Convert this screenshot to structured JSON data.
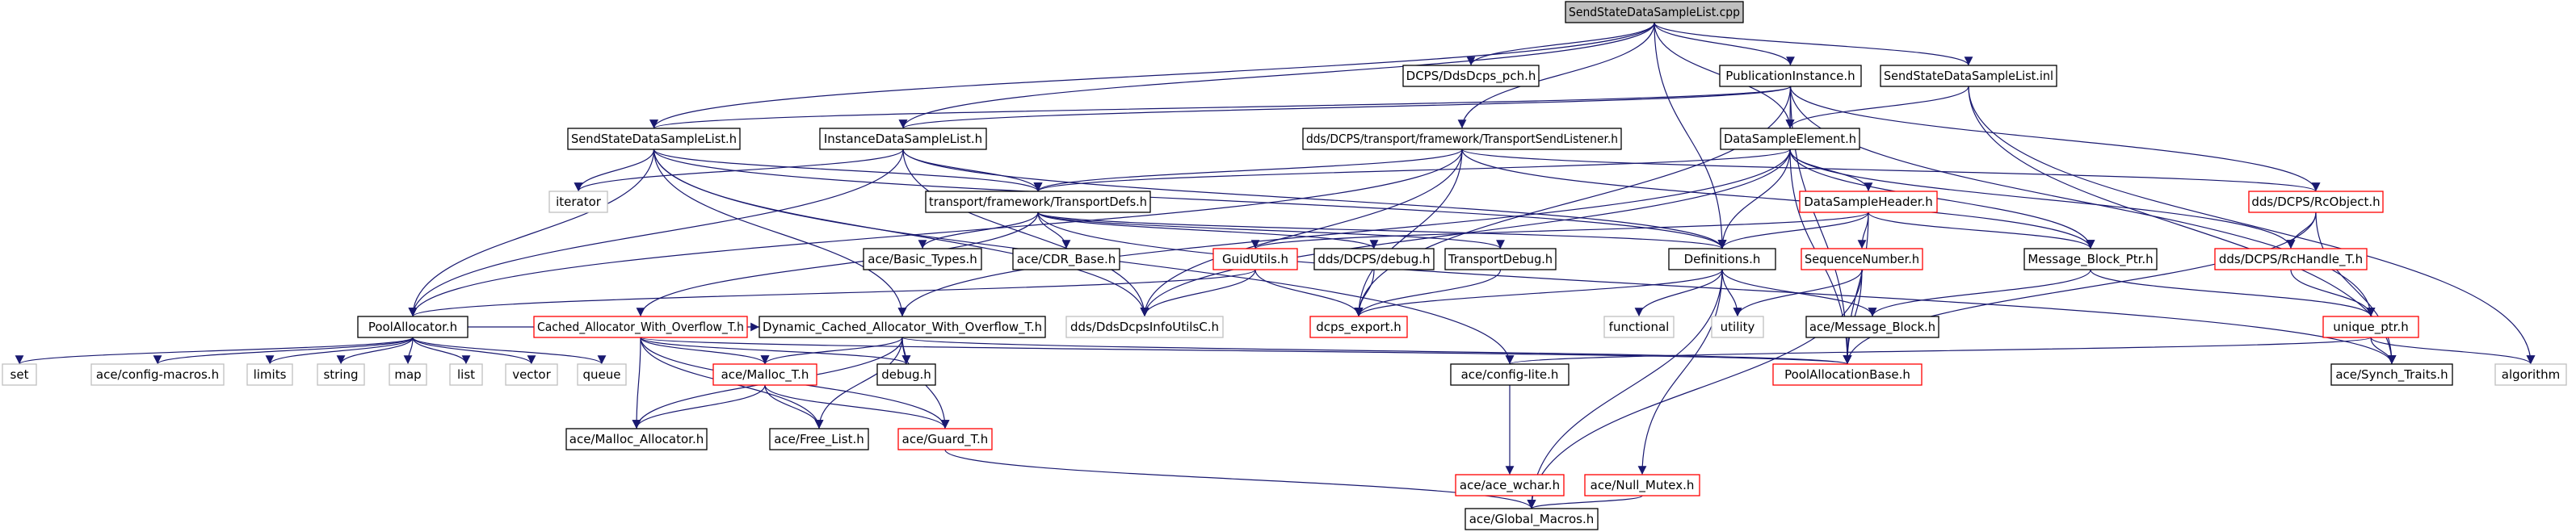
{
  "graph": {
    "edge_color": "#191970",
    "node_styles": {
      "root": {
        "fill": "#bfbfbf",
        "stroke": "#000000"
      },
      "normal": {
        "fill": "#ffffff",
        "stroke": "#000000"
      },
      "missing": {
        "fill": "#ffffff",
        "stroke": "#bfbfbf"
      },
      "red": {
        "fill": "#ffffff",
        "stroke": "#ff0000"
      }
    },
    "nodes": [
      {
        "id": "root",
        "label": "SendStateDataSampleList.cpp",
        "style": "root"
      },
      {
        "id": "ddsdcps_pch",
        "label": "DCPS/DdsDcps_pch.h",
        "style": "normal"
      },
      {
        "id": "pubinst",
        "label": "PublicationInstance.h",
        "style": "normal"
      },
      {
        "id": "ssdsl_inl",
        "label": "SendStateDataSampleList.inl",
        "style": "normal"
      },
      {
        "id": "ssdsl_h",
        "label": "SendStateDataSampleList.h",
        "style": "normal"
      },
      {
        "id": "idsl_h",
        "label": "InstanceDataSampleList.h",
        "style": "normal"
      },
      {
        "id": "tsl_h",
        "label": "dds/DCPS/transport/framework/TransportSendListener.h",
        "style": "normal"
      },
      {
        "id": "dse_h",
        "label": "DataSampleElement.h",
        "style": "normal"
      },
      {
        "id": "iterator",
        "label": "iterator",
        "style": "missing"
      },
      {
        "id": "tdefs",
        "label": "transport/framework/TransportDefs.h",
        "style": "normal"
      },
      {
        "id": "dsh_h",
        "label": "DataSampleHeader.h",
        "style": "red"
      },
      {
        "id": "rcobject",
        "label": "dds/DCPS/RcObject.h",
        "style": "red"
      },
      {
        "id": "basic_types",
        "label": "ace/Basic_Types.h",
        "style": "normal"
      },
      {
        "id": "cdr_base",
        "label": "ace/CDR_Base.h",
        "style": "normal"
      },
      {
        "id": "guidutils",
        "label": "GuidUtils.h",
        "style": "red"
      },
      {
        "id": "debug_dcps",
        "label": "dds/DCPS/debug.h",
        "style": "normal"
      },
      {
        "id": "tdebug",
        "label": "TransportDebug.h",
        "style": "normal"
      },
      {
        "id": "definitions",
        "label": "Definitions.h",
        "style": "normal"
      },
      {
        "id": "seqnum",
        "label": "SequenceNumber.h",
        "style": "red"
      },
      {
        "id": "mbptr",
        "label": "Message_Block_Ptr.h",
        "style": "normal"
      },
      {
        "id": "rchandle",
        "label": "dds/DCPS/RcHandle_T.h",
        "style": "red"
      },
      {
        "id": "poolalloc",
        "label": "PoolAllocator.h",
        "style": "normal"
      },
      {
        "id": "cached_alloc",
        "label": "Cached_Allocator_With_Overflow_T.h",
        "style": "red"
      },
      {
        "id": "dyn_cached",
        "label": "Dynamic_Cached_Allocator_With_Overflow_T.h",
        "style": "normal"
      },
      {
        "id": "infoutils",
        "label": "dds/DdsDcpsInfoUtilsC.h",
        "style": "missing"
      },
      {
        "id": "dcps_export",
        "label": "dcps_export.h",
        "style": "red"
      },
      {
        "id": "functional",
        "label": "functional",
        "style": "missing"
      },
      {
        "id": "utility",
        "label": "utility",
        "style": "missing"
      },
      {
        "id": "ace_mb",
        "label": "ace/Message_Block.h",
        "style": "normal"
      },
      {
        "id": "unique_ptr",
        "label": "unique_ptr.h",
        "style": "red"
      },
      {
        "id": "algorithm",
        "label": "algorithm",
        "style": "missing"
      },
      {
        "id": "set",
        "label": "set",
        "style": "missing"
      },
      {
        "id": "config_macros",
        "label": "ace/config-macros.h",
        "style": "missing"
      },
      {
        "id": "limits",
        "label": "limits",
        "style": "missing"
      },
      {
        "id": "string",
        "label": "string",
        "style": "missing"
      },
      {
        "id": "map",
        "label": "map",
        "style": "missing"
      },
      {
        "id": "list",
        "label": "list",
        "style": "missing"
      },
      {
        "id": "vector",
        "label": "vector",
        "style": "missing"
      },
      {
        "id": "queue",
        "label": "queue",
        "style": "missing"
      },
      {
        "id": "malloc_t",
        "label": "ace/Malloc_T.h",
        "style": "red"
      },
      {
        "id": "debug_h",
        "label": "debug.h",
        "style": "normal"
      },
      {
        "id": "config_lite",
        "label": "ace/config-lite.h",
        "style": "normal"
      },
      {
        "id": "poolallocbase",
        "label": "PoolAllocationBase.h",
        "style": "red"
      },
      {
        "id": "synch_traits",
        "label": "ace/Synch_Traits.h",
        "style": "normal"
      },
      {
        "id": "malloc_alloc",
        "label": "ace/Malloc_Allocator.h",
        "style": "normal"
      },
      {
        "id": "free_list",
        "label": "ace/Free_List.h",
        "style": "normal"
      },
      {
        "id": "guard_t",
        "label": "ace/Guard_T.h",
        "style": "red"
      },
      {
        "id": "ace_wchar",
        "label": "ace/ace_wchar.h",
        "style": "red"
      },
      {
        "id": "null_mutex",
        "label": "ace/Null_Mutex.h",
        "style": "red"
      },
      {
        "id": "global_macros",
        "label": "ace/Global_Macros.h",
        "style": "normal"
      }
    ],
    "edges": [
      [
        "root",
        "ddsdcps_pch"
      ],
      [
        "root",
        "pubinst"
      ],
      [
        "root",
        "ssdsl_inl"
      ],
      [
        "root",
        "ssdsl_h"
      ],
      [
        "root",
        "idsl_h"
      ],
      [
        "root",
        "tsl_h"
      ],
      [
        "root",
        "dse_h"
      ],
      [
        "root",
        "definitions"
      ],
      [
        "pubinst",
        "ssdsl_h"
      ],
      [
        "pubinst",
        "idsl_h"
      ],
      [
        "pubinst",
        "dse_h"
      ],
      [
        "pubinst",
        "rcobject"
      ],
      [
        "pubinst",
        "unique_ptr"
      ],
      [
        "pubinst",
        "dcps_export"
      ],
      [
        "pubinst",
        "poolallocbase"
      ],
      [
        "ssdsl_inl",
        "dse_h"
      ],
      [
        "ssdsl_inl",
        "synch_traits"
      ],
      [
        "ssdsl_inl",
        "algorithm"
      ],
      [
        "ssdsl_h",
        "iterator"
      ],
      [
        "ssdsl_h",
        "tdefs"
      ],
      [
        "ssdsl_h",
        "poolalloc"
      ],
      [
        "ssdsl_h",
        "dyn_cached"
      ],
      [
        "ssdsl_h",
        "infoutils"
      ],
      [
        "ssdsl_h",
        "definitions"
      ],
      [
        "ssdsl_h",
        "config_lite"
      ],
      [
        "idsl_h",
        "iterator"
      ],
      [
        "idsl_h",
        "tdefs"
      ],
      [
        "idsl_h",
        "definitions"
      ],
      [
        "idsl_h",
        "infoutils"
      ],
      [
        "idsl_h",
        "poolalloc"
      ],
      [
        "tsl_h",
        "tdefs"
      ],
      [
        "tsl_h",
        "rcobject"
      ],
      [
        "tsl_h",
        "mbptr"
      ],
      [
        "tsl_h",
        "dcps_export"
      ],
      [
        "tsl_h",
        "infoutils"
      ],
      [
        "tsl_h",
        "poolalloc"
      ],
      [
        "dse_h",
        "dsh_h"
      ],
      [
        "dse_h",
        "tdefs"
      ],
      [
        "dse_h",
        "definitions"
      ],
      [
        "dse_h",
        "mbptr"
      ],
      [
        "dse_h",
        "rchandle"
      ],
      [
        "dse_h",
        "poolallocbase"
      ],
      [
        "dse_h",
        "dyn_cached"
      ],
      [
        "dse_h",
        "infoutils"
      ],
      [
        "tdefs",
        "basic_types"
      ],
      [
        "tdefs",
        "cdr_base"
      ],
      [
        "tdefs",
        "debug_dcps"
      ],
      [
        "tdefs",
        "tdebug"
      ],
      [
        "tdefs",
        "definitions"
      ],
      [
        "tdefs",
        "cached_alloc"
      ],
      [
        "tdefs",
        "synch_traits"
      ],
      [
        "dsh_h",
        "guidutils"
      ],
      [
        "dsh_h",
        "seqnum"
      ],
      [
        "dsh_h",
        "definitions"
      ],
      [
        "dsh_h",
        "mbptr"
      ],
      [
        "dsh_h",
        "poolallocbase"
      ],
      [
        "rcobject",
        "rchandle"
      ],
      [
        "rcobject",
        "synch_traits"
      ],
      [
        "rcobject",
        "poolallocbase"
      ],
      [
        "guidutils",
        "infoutils"
      ],
      [
        "guidutils",
        "dcps_export"
      ],
      [
        "guidutils",
        "poolalloc"
      ],
      [
        "debug_dcps",
        "dcps_export"
      ],
      [
        "tdebug",
        "dcps_export"
      ],
      [
        "definitions",
        "functional"
      ],
      [
        "definitions",
        "utility"
      ],
      [
        "definitions",
        "ace_mb"
      ],
      [
        "definitions",
        "global_macros"
      ],
      [
        "definitions",
        "null_mutex"
      ],
      [
        "definitions",
        "dcps_export"
      ],
      [
        "seqnum",
        "utility"
      ],
      [
        "seqnum",
        "poolallocbase"
      ],
      [
        "seqnum",
        "global_macros"
      ],
      [
        "mbptr",
        "ace_mb"
      ],
      [
        "mbptr",
        "unique_ptr"
      ],
      [
        "rchandle",
        "unique_ptr"
      ],
      [
        "unique_ptr",
        "synch_traits"
      ],
      [
        "unique_ptr",
        "algorithm"
      ],
      [
        "unique_ptr",
        "config_lite"
      ],
      [
        "poolalloc",
        "set"
      ],
      [
        "poolalloc",
        "config_macros"
      ],
      [
        "poolalloc",
        "limits"
      ],
      [
        "poolalloc",
        "string"
      ],
      [
        "poolalloc",
        "map"
      ],
      [
        "poolalloc",
        "list"
      ],
      [
        "poolalloc",
        "vector"
      ],
      [
        "poolalloc",
        "queue"
      ],
      [
        "poolalloc",
        "dyn_cached"
      ],
      [
        "cached_alloc",
        "malloc_t"
      ],
      [
        "cached_alloc",
        "debug_h"
      ],
      [
        "cached_alloc",
        "malloc_alloc"
      ],
      [
        "cached_alloc",
        "free_list"
      ],
      [
        "cached_alloc",
        "guard_t"
      ],
      [
        "cached_alloc",
        "poolallocbase"
      ],
      [
        "dyn_cached",
        "malloc_t"
      ],
      [
        "dyn_cached",
        "debug_h"
      ],
      [
        "dyn_cached",
        "malloc_alloc"
      ],
      [
        "dyn_cached",
        "free_list"
      ],
      [
        "dyn_cached",
        "guard_t"
      ],
      [
        "dyn_cached",
        "poolallocbase"
      ],
      [
        "malloc_t",
        "malloc_alloc"
      ],
      [
        "malloc_t",
        "free_list"
      ],
      [
        "malloc_t",
        "guard_t"
      ],
      [
        "guard_t",
        "global_macros"
      ],
      [
        "config_lite",
        "ace_wchar"
      ],
      [
        "null_mutex",
        "global_macros"
      ]
    ]
  }
}
